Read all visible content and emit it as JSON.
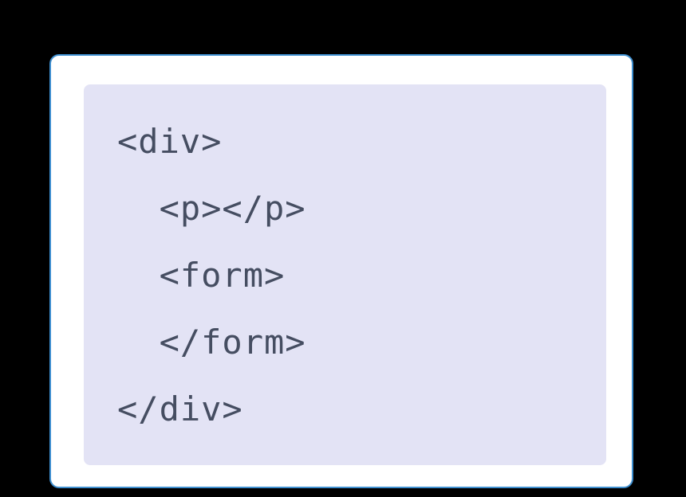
{
  "card": {
    "background": "#ffffff",
    "border_color": "#3e8fd0"
  },
  "code_block": {
    "background": "#e3e3f5",
    "text_color": "#454d61",
    "language": "html",
    "lines": [
      "<div>",
      "  <p></p>",
      "  <form>",
      "  </form>",
      "</div>"
    ]
  }
}
